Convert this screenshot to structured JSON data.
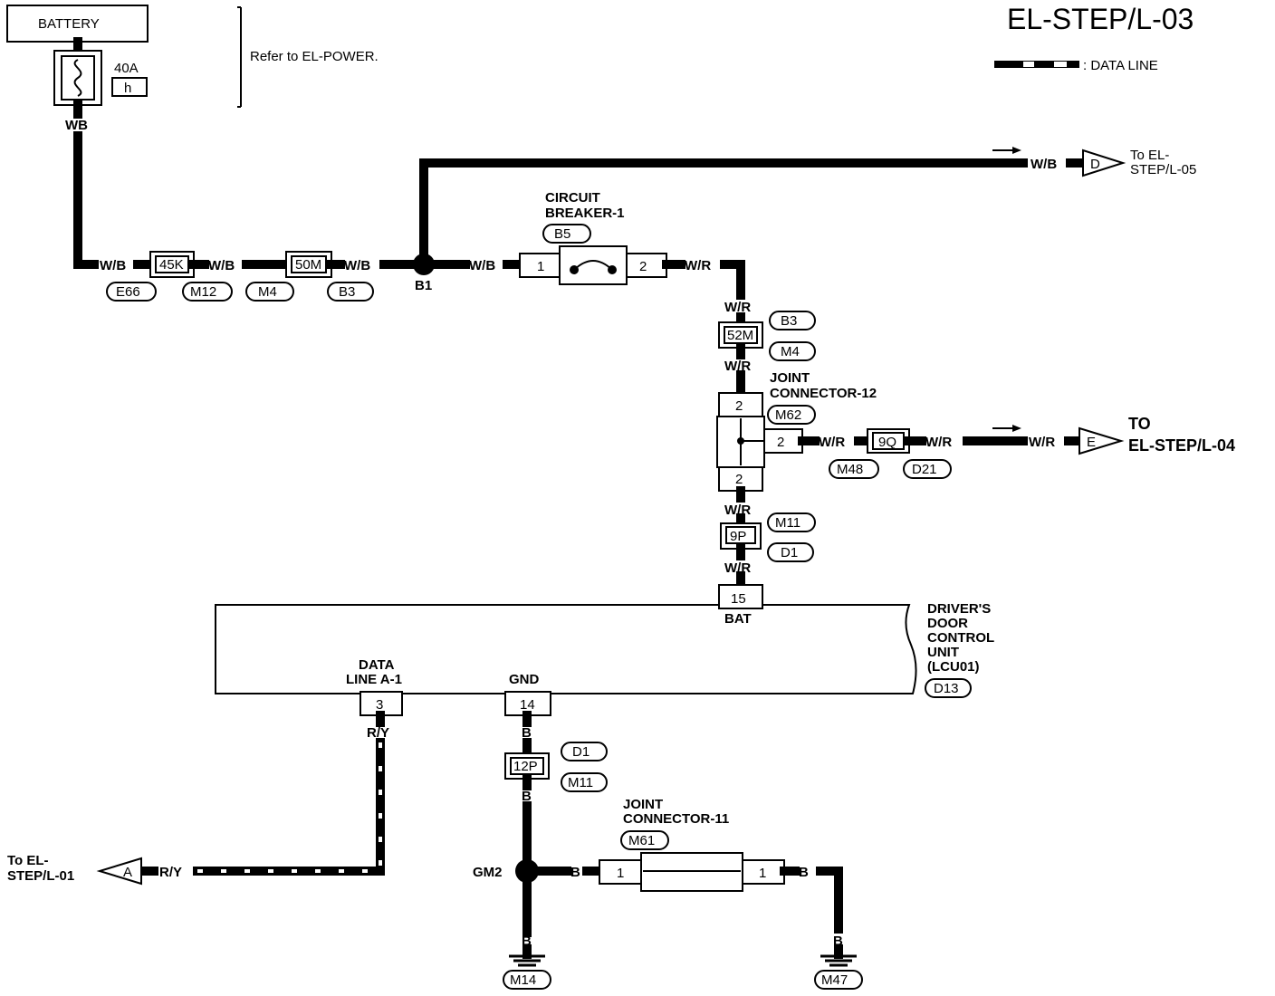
{
  "page_id": "EL-STEP/L-03",
  "legend": {
    "data_line_label": ": DATA LINE"
  },
  "battery": {
    "label": "BATTERY",
    "fuse_rating": "40A",
    "fuse_id": "h",
    "wire": "WB",
    "refer": "Refer to EL-POWER."
  },
  "wires": {
    "wb": "W/B",
    "wr": "W/R",
    "ry": "R/Y",
    "b": "B"
  },
  "connectors": {
    "c45k": "45K",
    "c50m": "50M",
    "c52m": "52M",
    "c9q": "9Q",
    "c9p": "9P",
    "c12p": "12P",
    "e66": "E66",
    "m12": "M12",
    "m4": "M4",
    "b3": "B3",
    "b5": "B5",
    "b3b": "B3",
    "m4b": "M4",
    "m62": "M62",
    "m48": "M48",
    "d21": "D21",
    "m11": "M11",
    "d1": "D1",
    "d13": "D13",
    "d1b": "D1",
    "m11b": "M11",
    "m61": "M61",
    "m14": "M14",
    "m47": "M47"
  },
  "splice": {
    "b1": "B1",
    "gm2": "GM2"
  },
  "breaker": {
    "title1": "CIRCUIT",
    "title2": "BREAKER-1",
    "pin1": "1",
    "pin2": "2"
  },
  "jc12": {
    "title1": "JOINT",
    "title2": "CONNECTOR-12",
    "pin_top": "2",
    "pin_right": "2",
    "pin_bottom": "2"
  },
  "jc11": {
    "title1": "JOINT",
    "title2": "CONNECTOR-11",
    "pin_left": "1",
    "pin_right": "1"
  },
  "refs": {
    "to_l05_a": "To EL-",
    "to_l05_b": "STEP/L-05",
    "arrow_d": "D",
    "to_l04_a": "TO",
    "to_l04_b": "EL-STEP/L-04",
    "arrow_e": "E",
    "to_l01_a": "To EL-",
    "to_l01_b": "STEP/L-01",
    "arrow_a": "A"
  },
  "unit": {
    "pin_bat": "15",
    "bat": "BAT",
    "pin_data": "3",
    "data1": "DATA",
    "data2": "LINE A-1",
    "pin_gnd": "14",
    "gnd": "GND",
    "name1": "DRIVER'S",
    "name2": "DOOR",
    "name3": "CONTROL",
    "name4": "UNIT",
    "name5": "(LCU01)"
  }
}
